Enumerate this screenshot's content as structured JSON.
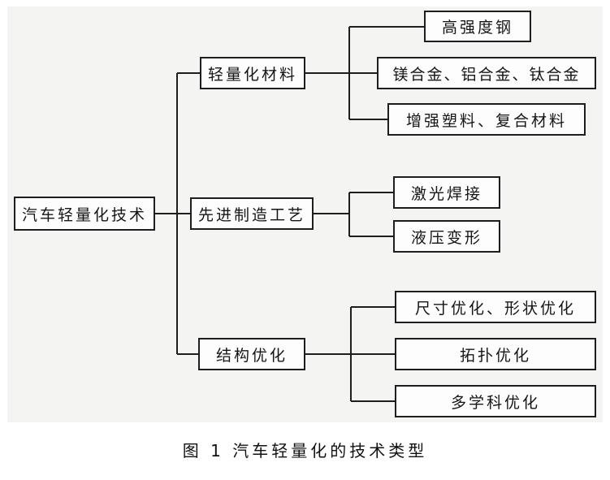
{
  "diagram": {
    "root": {
      "label": "汽车轻量化技术"
    },
    "branches": [
      {
        "label": "轻量化材料",
        "children": [
          {
            "label": "高强度钢"
          },
          {
            "label": "镁合金、铝合金、钛合金"
          },
          {
            "label": "增强塑料、复合材料"
          }
        ]
      },
      {
        "label": "先进制造工艺",
        "children": [
          {
            "label": "激光焊接"
          },
          {
            "label": "液压变形"
          }
        ]
      },
      {
        "label": "结构优化",
        "children": [
          {
            "label": "尺寸优化、形状优化"
          },
          {
            "label": "拓扑优化"
          },
          {
            "label": "多学科优化"
          }
        ]
      }
    ],
    "caption": "图 1 汽车轻量化的技术类型"
  },
  "colors": {
    "line": "#1e1e1e",
    "panel_background": "#f4f4f2",
    "box_fill": "#fdfdfd"
  }
}
